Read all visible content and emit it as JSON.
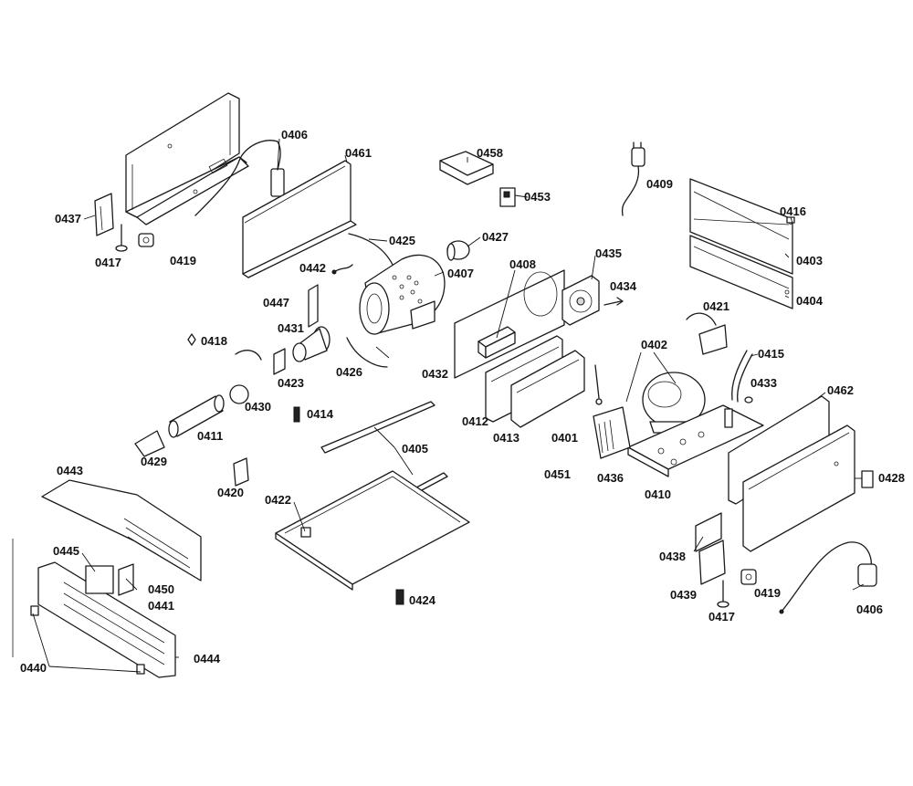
{
  "labels": {
    "p0406a": "0406",
    "p0461": "0461",
    "p0458": "0458",
    "p0453": "0453",
    "p0409": "0409",
    "p0416": "0416",
    "p0403": "0403",
    "p0404": "0404",
    "p0437": "0437",
    "p0417a": "0417",
    "p0419a": "0419",
    "p0425": "0425",
    "p0427": "0427",
    "p0408": "0408",
    "p0435": "0435",
    "p0434": "0434",
    "p0442": "0442",
    "p0407": "0407",
    "p0447": "0447",
    "p0421": "0421",
    "p0431": "0431",
    "p0418": "0418",
    "p0402": "0402",
    "p0415": "0415",
    "p0423": "0423",
    "p0426": "0426",
    "p0432": "0432",
    "p0433": "0433",
    "p0462": "0462",
    "p0430": "0430",
    "p0414": "0414",
    "p0412": "0412",
    "p0413": "0413",
    "p0401": "0401",
    "p0411": "0411",
    "p0405": "0405",
    "p0429": "0429",
    "p0451": "0451",
    "p0436": "0436",
    "p0410": "0410",
    "p0428": "0428",
    "p0443": "0443",
    "p0420": "0420",
    "p0422": "0422",
    "p0445": "0445",
    "p0438": "0438",
    "p0450": "0450",
    "p0441": "0441",
    "p0439": "0439",
    "p0419b": "0419",
    "p0424": "0424",
    "p0406b": "0406",
    "p0417b": "0417",
    "p0444": "0444",
    "p0440": "0440"
  }
}
